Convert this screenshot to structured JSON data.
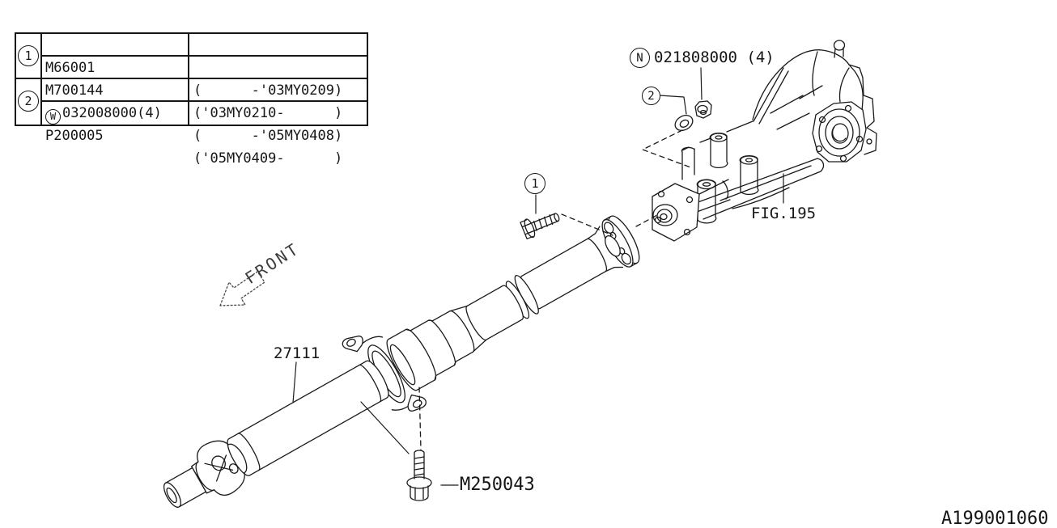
{
  "page": {
    "background": "#ffffff",
    "line_color": "#1a1a1a",
    "drawing_code": "A199001060"
  },
  "callouts": {
    "one": "1",
    "two": "2",
    "w": "W",
    "n": "N"
  },
  "table": {
    "groups": [
      {
        "ref": "1",
        "rows": [
          {
            "part": "M66001",
            "range": "(      -'03MY0209)"
          },
          {
            "part": "M700144",
            "range": "('03MY0210-      )"
          }
        ]
      },
      {
        "ref": "2",
        "rows": [
          {
            "part": "032008000(4)",
            "part_prefix": "W",
            "range": "(      -'05MY0408)"
          },
          {
            "part": "P200005",
            "range": "('05MY0409-      )"
          }
        ]
      }
    ]
  },
  "labels": {
    "prop_shaft": "27111",
    "center_bolt": "M250043",
    "nut_part": "021808000 (4)",
    "figure_ref": "FIG.195",
    "front": "FRONT"
  }
}
